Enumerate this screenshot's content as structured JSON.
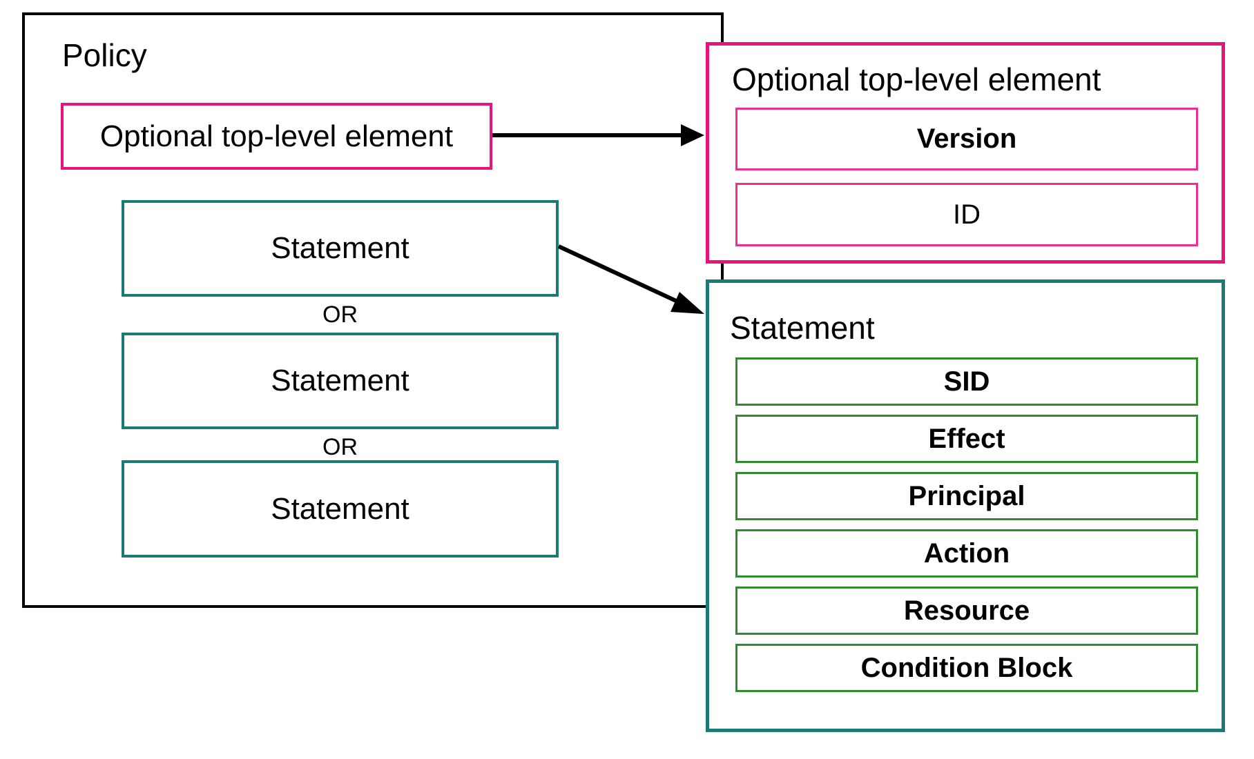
{
  "diagram": {
    "policy": {
      "title": "Policy",
      "optional_top_level_label": "Optional top-level element",
      "statements": [
        "Statement",
        "Statement",
        "Statement"
      ],
      "or_labels": [
        "OR",
        "OR"
      ]
    },
    "optional_panel": {
      "title": "Optional top-level element",
      "items": {
        "version": "Version",
        "id": "ID"
      }
    },
    "statement_panel": {
      "title": "Statement",
      "items": {
        "sid": "SID",
        "effect": "Effect",
        "principal": "Principal",
        "action": "Action",
        "resource": "Resource",
        "condition_block": "Condition Block"
      }
    },
    "colors": {
      "pink": "#e7157b",
      "teal": "#1a7a74",
      "green": "#2e8b2e",
      "black": "#000000"
    }
  }
}
